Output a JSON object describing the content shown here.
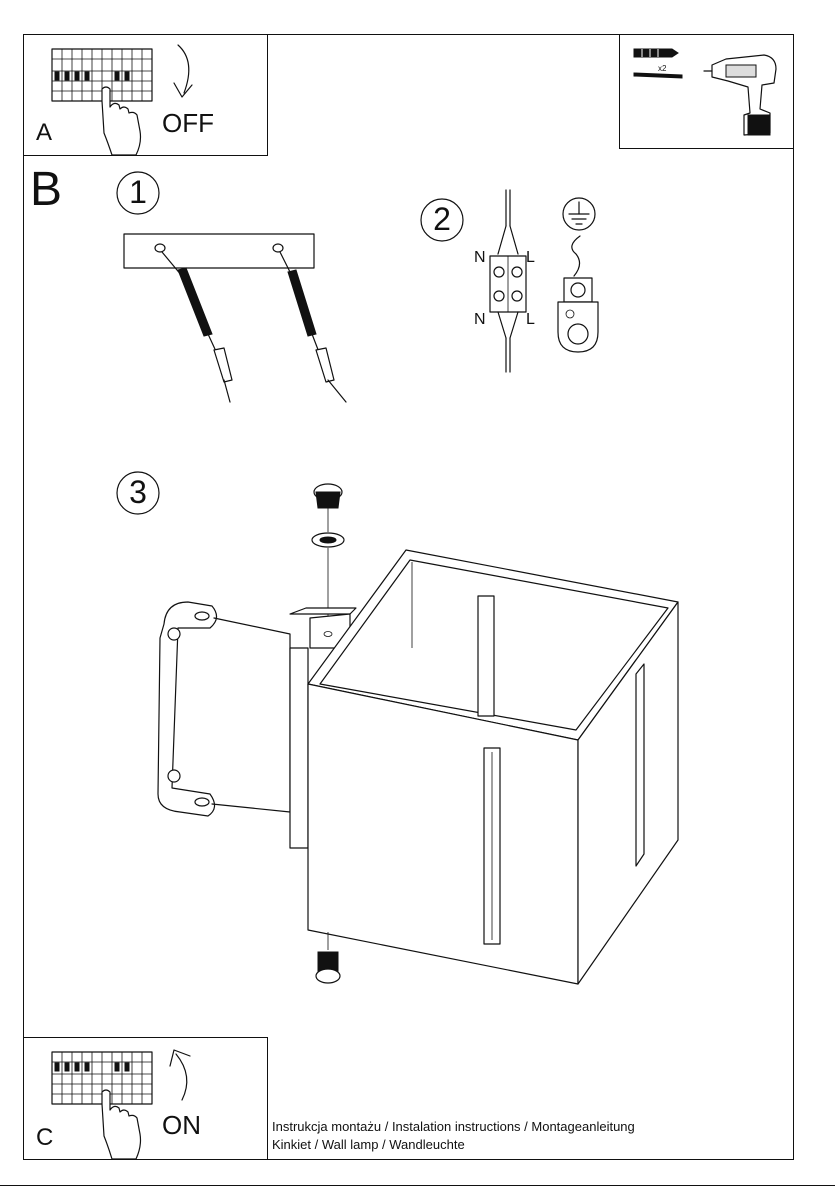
{
  "panel_a": {
    "letter": "A",
    "action": "OFF"
  },
  "panel_c": {
    "letter": "C",
    "action": "ON"
  },
  "section_b": {
    "letter": "B"
  },
  "steps": [
    "1",
    "2",
    "3"
  ],
  "tools": {
    "anchor_count": "x2"
  },
  "wiring": {
    "neutral": "N",
    "live": "L"
  },
  "footer": {
    "line1": "Instrukcja montażu / Instalation instructions / Montageanleitung",
    "line2": "Kinkiet  / Wall lamp / Wandleuchte"
  }
}
